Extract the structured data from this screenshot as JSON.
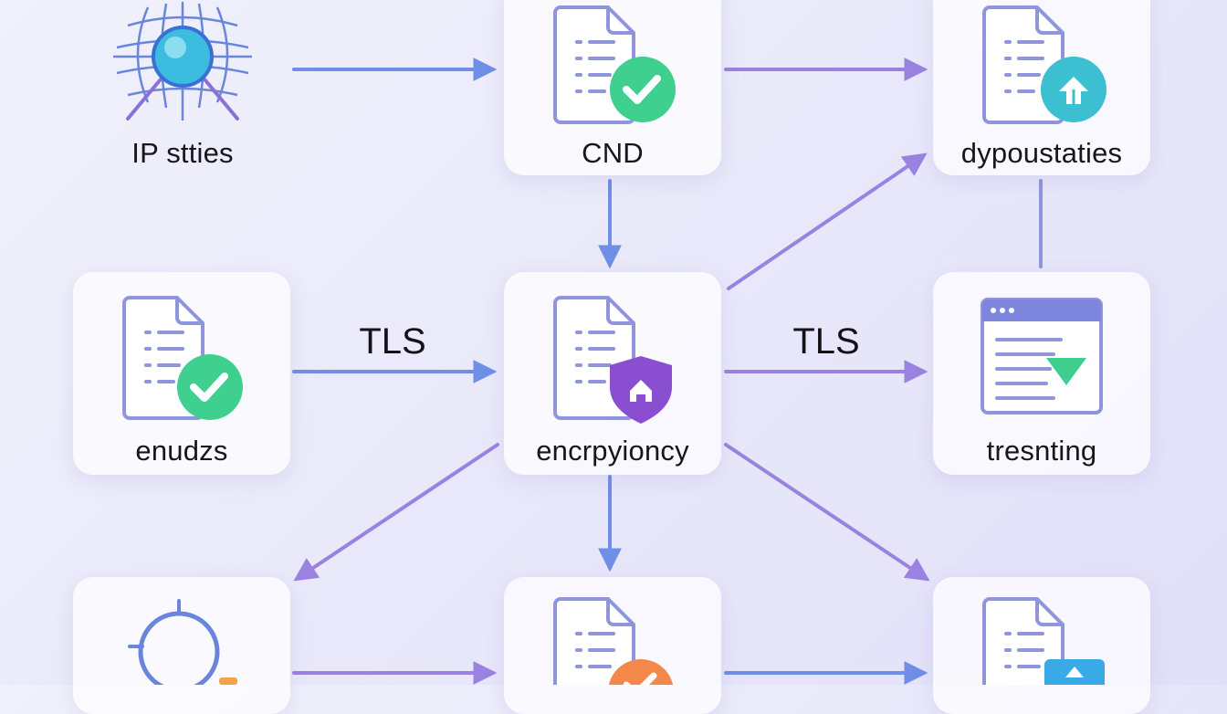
{
  "nodes": {
    "ip": {
      "label": "IP  stties",
      "icon": "globe-network-icon"
    },
    "cnd": {
      "label": "CND",
      "icon": "document-check-icon"
    },
    "dypoustaties": {
      "label": "dypoustaties",
      "icon": "document-home-icon"
    },
    "enudzs": {
      "label": "enudzs",
      "icon": "document-check-icon"
    },
    "encrpyioncy": {
      "label": "encrpyioncy",
      "icon": "document-shield-icon"
    },
    "tresnting": {
      "label": "tresnting",
      "icon": "browser-window-icon"
    },
    "bottom_left": {
      "label": "",
      "icon": "globe-outline-icon"
    },
    "bottom_center": {
      "label": "",
      "icon": "document-check-orange-icon"
    },
    "bottom_right": {
      "label": "",
      "icon": "document-upload-icon"
    }
  },
  "edge_labels": {
    "tls_left": "TLS",
    "tls_right": "TLS"
  },
  "colors": {
    "arrow_blue": "#6f8ee6",
    "arrow_purple": "#9a82e0",
    "check_green": "#3fcf8e",
    "shield_purple": "#8a4fd0",
    "doc_outline": "#8f95dc"
  }
}
